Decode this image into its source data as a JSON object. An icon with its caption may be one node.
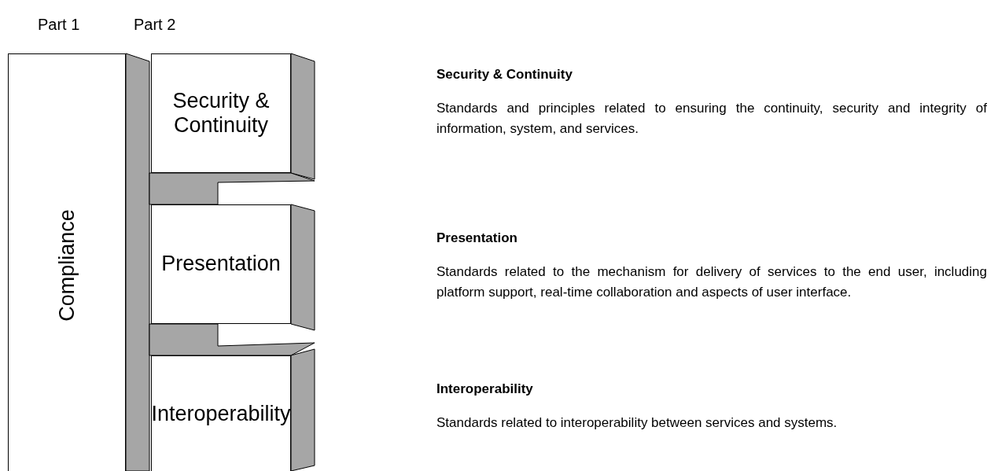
{
  "diagram": {
    "nodes": [
      {
        "text": [
          "Compliance"
        ]
      },
      {
        "text": [
          "Security & Continuity"
        ]
      },
      {
        "text": [
          "Presentation"
        ]
      },
      {
        "text": [
          "Interoperability"
        ]
      }
    ],
    "edges": [],
    "labels": [
      "Part 1",
      "Part 2",
      "Security & Continuity",
      "Standards and principles related to ensuring the continuity, security and integrity of information, system, and services.",
      "Presentation",
      "Standards related to the mechanism for delivery of services to the end user, including platform support, real-time collaboration and aspects of user interface.",
      "Interoperability",
      "Standards related to interoperability between services and systems."
    ]
  }
}
